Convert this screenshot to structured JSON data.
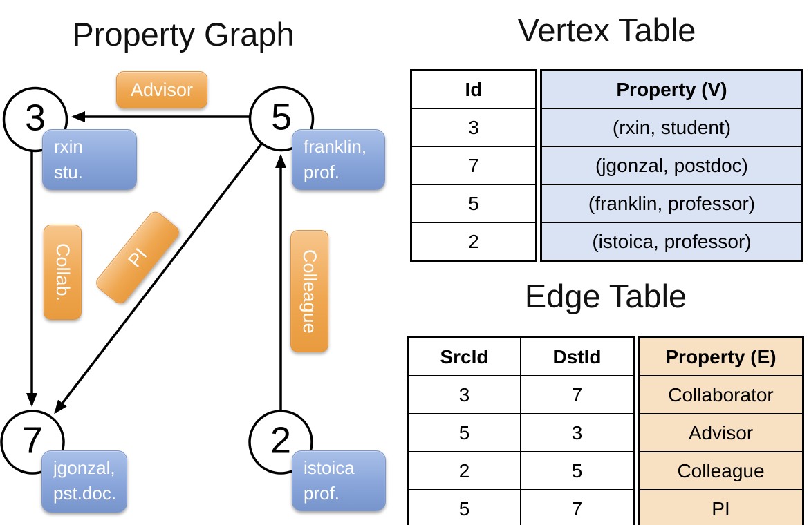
{
  "graph": {
    "title": "Property Graph",
    "nodes": [
      {
        "id": "3",
        "lines": [
          "rxin",
          "stu."
        ]
      },
      {
        "id": "5",
        "lines": [
          "franklin,",
          "prof."
        ]
      },
      {
        "id": "7",
        "lines": [
          "jgonzal,",
          "pst.doc."
        ]
      },
      {
        "id": "2",
        "lines": [
          "istoica",
          "prof."
        ]
      }
    ],
    "edges": [
      {
        "from": "5",
        "to": "3",
        "label": "Advisor"
      },
      {
        "from": "3",
        "to": "7",
        "label": "Collab."
      },
      {
        "from": "5",
        "to": "7",
        "label": "PI"
      },
      {
        "from": "2",
        "to": "5",
        "label": "Colleague"
      }
    ]
  },
  "vertex_table": {
    "title": "Vertex Table",
    "columns": [
      "Id",
      "Property (V)"
    ],
    "rows": [
      [
        "3",
        "(rxin, student)"
      ],
      [
        "7",
        "(jgonzal, postdoc)"
      ],
      [
        "5",
        "(franklin, professor)"
      ],
      [
        "2",
        "(istoica, professor)"
      ]
    ]
  },
  "edge_table": {
    "title": "Edge Table",
    "columns": [
      "SrcId",
      "DstId",
      "Property (E)"
    ],
    "rows": [
      [
        "3",
        "7",
        "Collaborator"
      ],
      [
        "5",
        "3",
        "Advisor"
      ],
      [
        "2",
        "5",
        "Colleague"
      ],
      [
        "5",
        "7",
        "PI"
      ]
    ]
  },
  "colors": {
    "edge_label_orange_top": "#f7c68c",
    "edge_label_orange_bottom": "#e99b3e",
    "vertex_label_blue_top": "#a9c0e8",
    "vertex_label_blue_bottom": "#7795cc",
    "vertex_property_cell": "#dae3f3",
    "edge_property_cell": "#f8e0c2",
    "stroke": "#000000"
  }
}
